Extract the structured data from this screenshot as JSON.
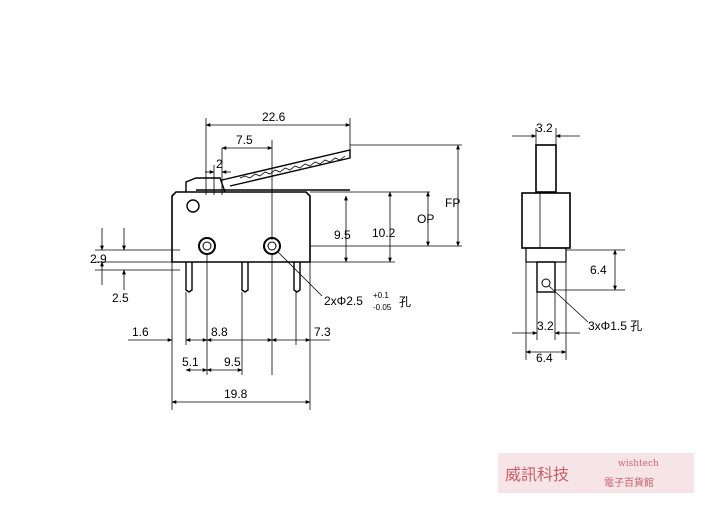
{
  "front_view": {
    "dim_total_length": "22.6",
    "dim_lever_offset": "7.5",
    "dim_small": "2",
    "dim_height_left": "2.9",
    "dim_left_bottom": "2.5",
    "dim_hole_height": "9.5",
    "dim_body_height": "10.2",
    "label_op": "OP",
    "label_fp": "FP",
    "hole_callout_prefix": "2xΦ2.5",
    "hole_tol_upper": "+0.1",
    "hole_tol_lower": "-0.05",
    "hole_callout_suffix": "孔",
    "dim_pin_left": "1.6",
    "dim_pin_mid": "8.8",
    "dim_pin_right": "7.3",
    "dim_pin_a": "5.1",
    "dim_pin_b": "9.5",
    "dim_base_length": "19.8"
  },
  "side_view": {
    "dim_top_width": "3.2",
    "dim_pin_height": "6.4",
    "dim_bottom_inner": "3.2",
    "dim_bottom_outer": "6.4",
    "hole_callout": "3xΦ1.5 孔"
  },
  "watermark": {
    "brand_cn": "威訊科技",
    "brand_en": "wishtech",
    "sub_cn": "電子百貨館",
    "bg_color": "#f6e4e6",
    "text_color": "#c8606a"
  }
}
